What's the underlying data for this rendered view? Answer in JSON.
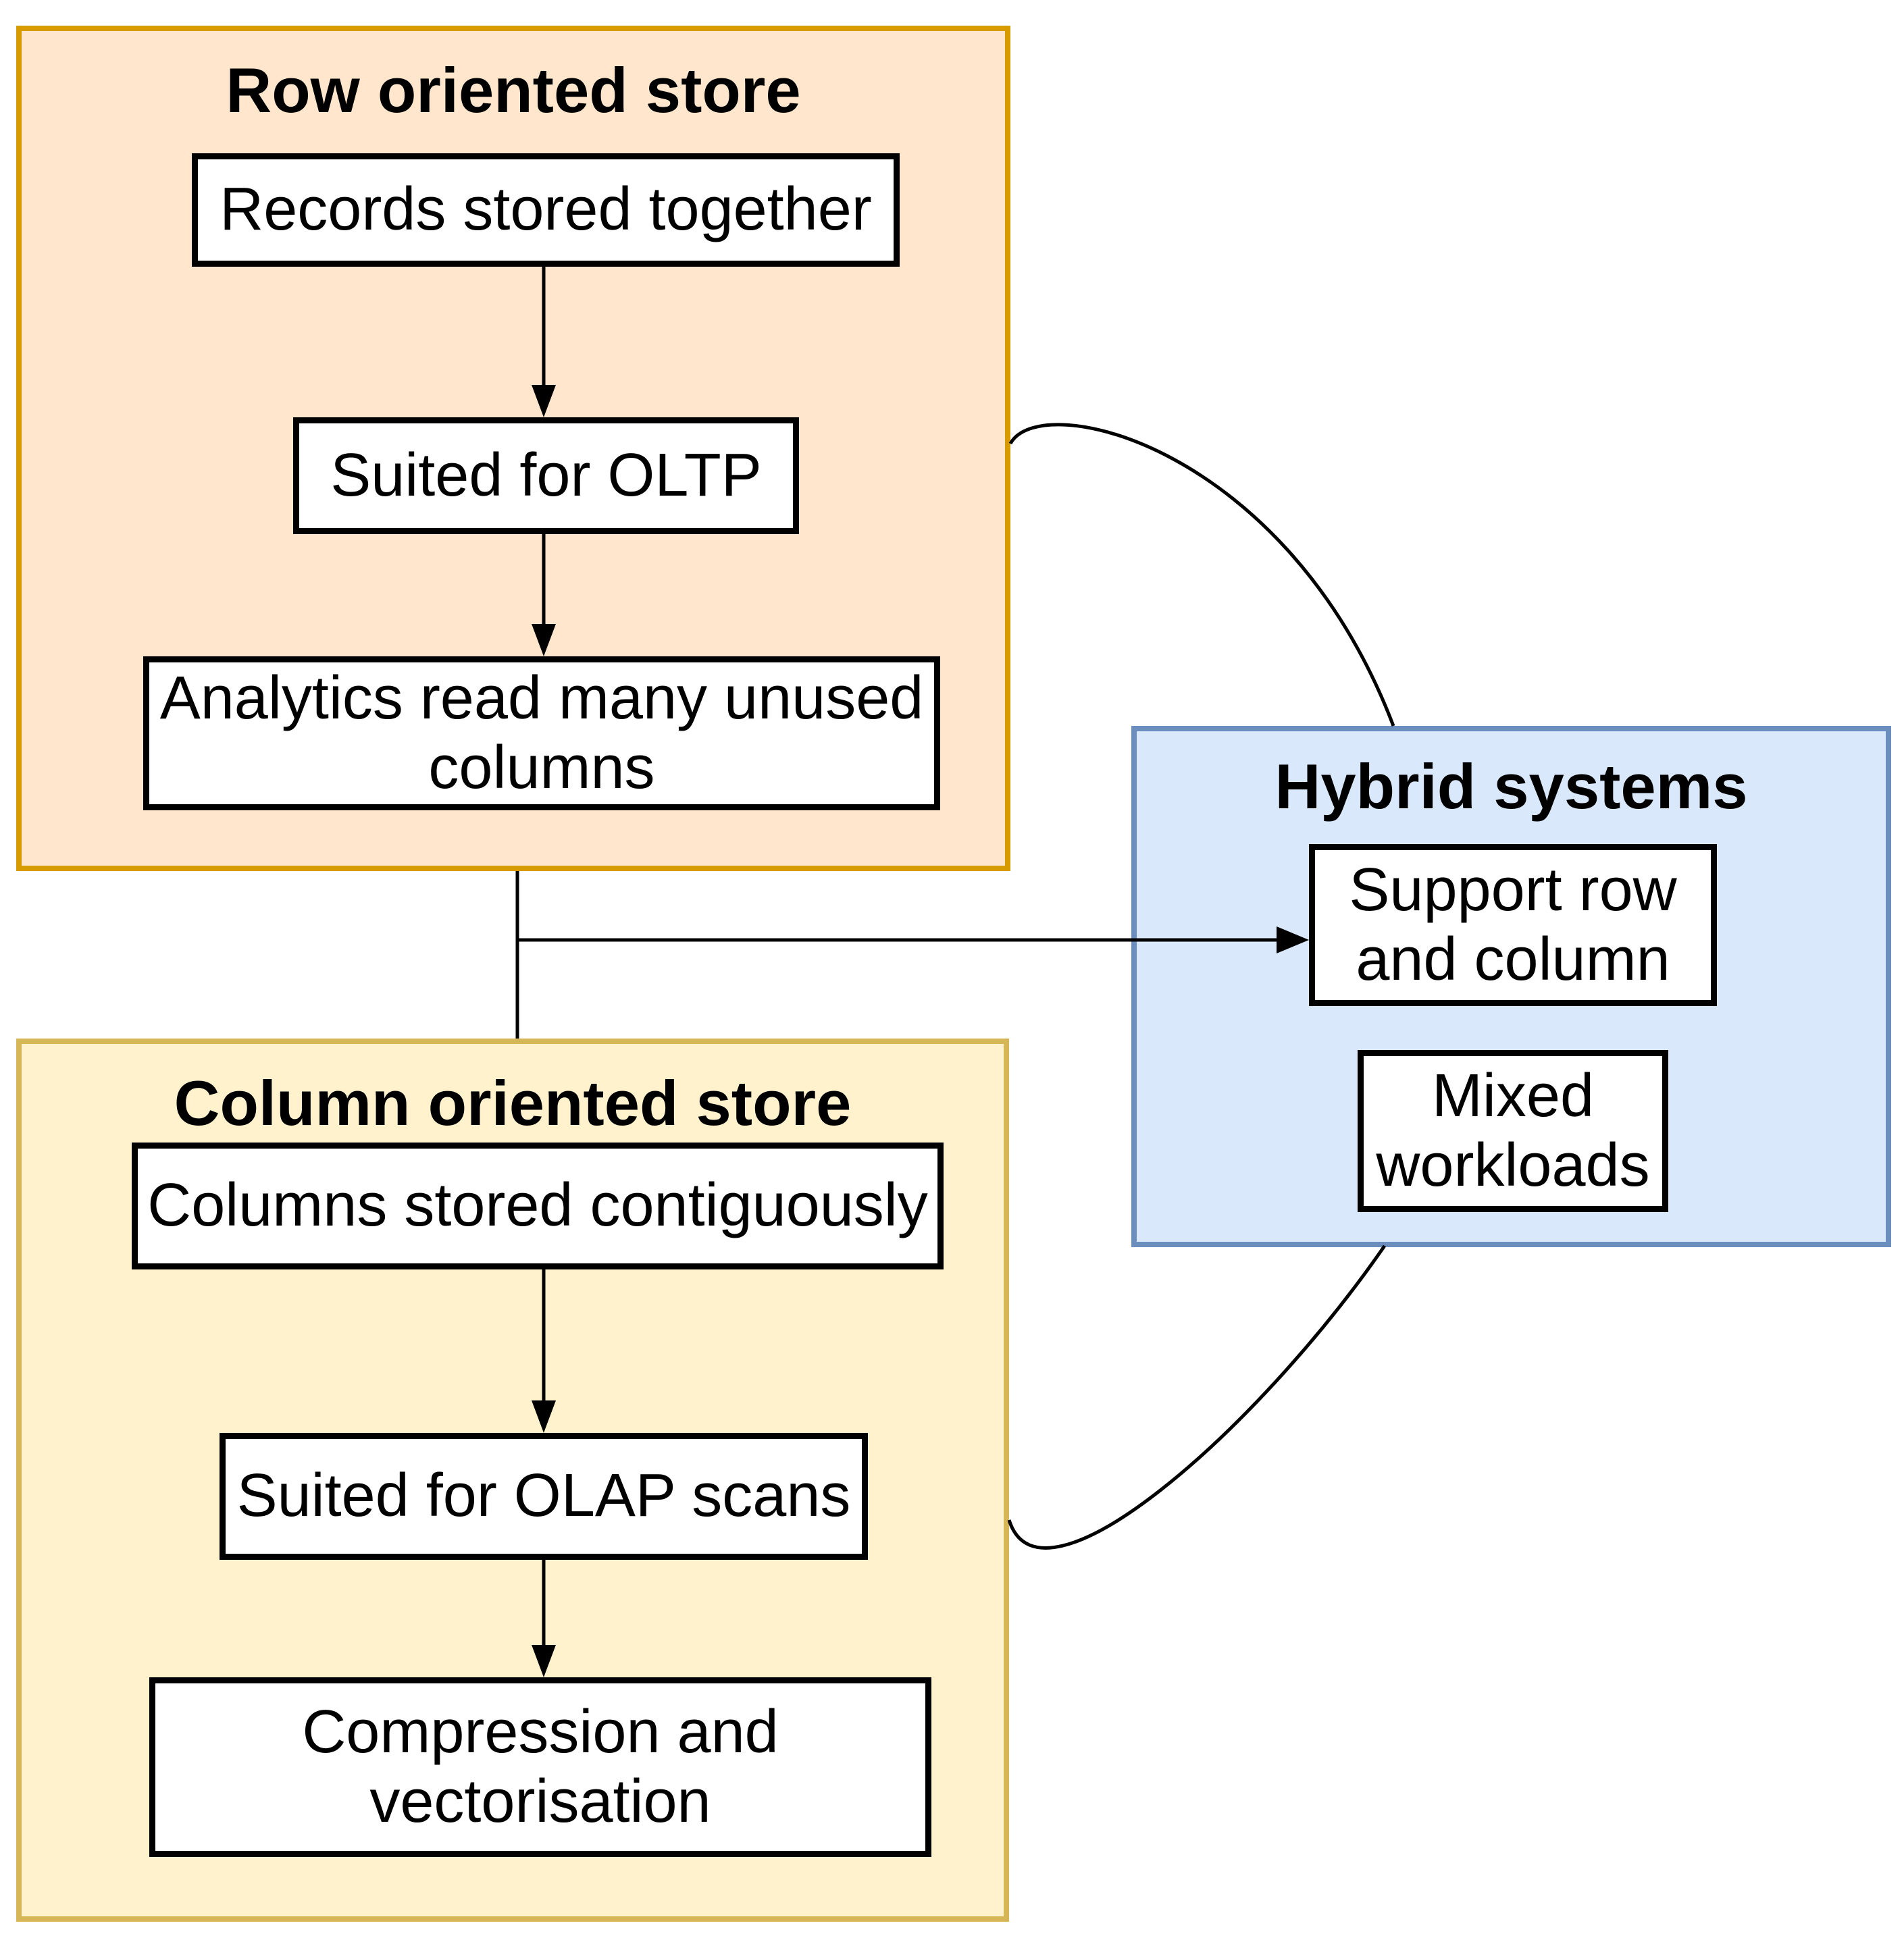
{
  "canvas": {
    "background": "#FFFFFF"
  },
  "node_style": {
    "fill": "#FFFFFF",
    "border_color": "#000000"
  },
  "groups": {
    "row_store": {
      "title": "Row oriented store",
      "fill": "#FFE6CC",
      "border_color": "#D79B00",
      "nodes": [
        {
          "lines": [
            "Records stored together"
          ]
        },
        {
          "lines": [
            "Suited for OLTP"
          ]
        },
        {
          "lines": [
            "Analytics read many unused",
            "columns"
          ]
        }
      ]
    },
    "column_store": {
      "title": "Column oriented store",
      "fill": "#FFF2CC",
      "border_color": "#D6B656",
      "nodes": [
        {
          "lines": [
            "Columns stored contiguously"
          ]
        },
        {
          "lines": [
            "Suited for OLAP scans"
          ]
        },
        {
          "lines": [
            "Compression and",
            "vectorisation"
          ]
        }
      ]
    },
    "hybrid": {
      "title": "Hybrid systems",
      "fill": "#DAE8FC",
      "border_color": "#6C8EBF",
      "nodes": [
        {
          "lines": [
            "Support row",
            "and column"
          ]
        },
        {
          "lines": [
            "Mixed",
            "workloads"
          ]
        }
      ]
    }
  },
  "edges": [
    {
      "from": "Records stored together",
      "to": "Suited for OLTP",
      "type": "arrow"
    },
    {
      "from": "Suited for OLTP",
      "to": "Analytics read many unused columns",
      "type": "arrow"
    },
    {
      "from": "Columns stored contiguously",
      "to": "Suited for OLAP scans",
      "type": "arrow"
    },
    {
      "from": "Suited for OLAP scans",
      "to": "Compression and vectorisation",
      "type": "arrow"
    },
    {
      "from": "Row oriented store",
      "to": "Column oriented store",
      "type": "line"
    },
    {
      "from": "Row oriented store / Column oriented store junction",
      "to": "Support row and column",
      "type": "arrow"
    },
    {
      "from": "Row oriented store",
      "to": "Hybrid systems",
      "type": "curve"
    },
    {
      "from": "Hybrid systems",
      "to": "Column oriented store",
      "type": "curve"
    }
  ]
}
